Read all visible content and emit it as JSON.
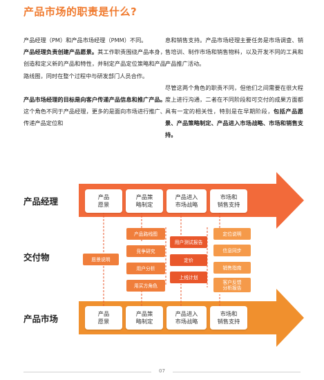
{
  "title": "产品市场的职责是什么?",
  "left_col": {
    "p1": "产品经理（PM）和产品市场经理（PMM）不同。",
    "p2_bold": "产品经理负责创建产品愿景。",
    "p2_rest": "其工作职责围绕产品本身，创造和定义新的产品和特性，并制定产品定位策略和产品路线图，同时在整个过程中与研发部门人员合作。",
    "p3_bold": "产品市场经理的目标是向客户传递产品信息和推广产品。",
    "p3_rest": "这个角色不同于产品经理，更多的是面向市场进行推广、传递产品定位和"
  },
  "right_col": {
    "p1": "息和销售支持。产品市场经理主要任务是市场调查、销售培训、制作市场和销售物料，以及开发不同的工具和产品推广活动。",
    "p2_rest": "尽管这两个角色的职责不同，但他们之间需要在很大程度上进行沟通，二者在不同阶段和可交付的成果方面都具有一定的相关性，特别是在早期阶段，",
    "p2_bold": "包括产品愿景、产品策略制定、产品进入市场战略、市场和销售支持。"
  },
  "diagram": {
    "pm_label": "产品经理",
    "deliverables_label": "交付物",
    "pmm_label": "产品市场",
    "pm_boxes": [
      "产品\n愿景",
      "产品策\n略制定",
      "产品进入\n市场战略",
      "市场和\n销售支持"
    ],
    "pmm_boxes": [
      "产品\n愿景",
      "产品策\n略制定",
      "产品进入\n市场战略",
      "市场和\n销售支持"
    ],
    "chips": {
      "c1": "愿景说明",
      "c2": "产品路线图",
      "c3": "竞争研究",
      "c4": "用户分析",
      "c5": "用买方角色",
      "c6": "用户测试报告",
      "c7": "定价",
      "c8": "上线计划",
      "c9": "定位说明",
      "c10": "信息同步",
      "c11": "销售指南",
      "c12": "客户反馈\n分析报告"
    },
    "colors": {
      "arrow_top": "#f26a3a",
      "arrow_bottom": "#f0902e",
      "accent": "#f07a2e"
    }
  },
  "page_number": "07"
}
